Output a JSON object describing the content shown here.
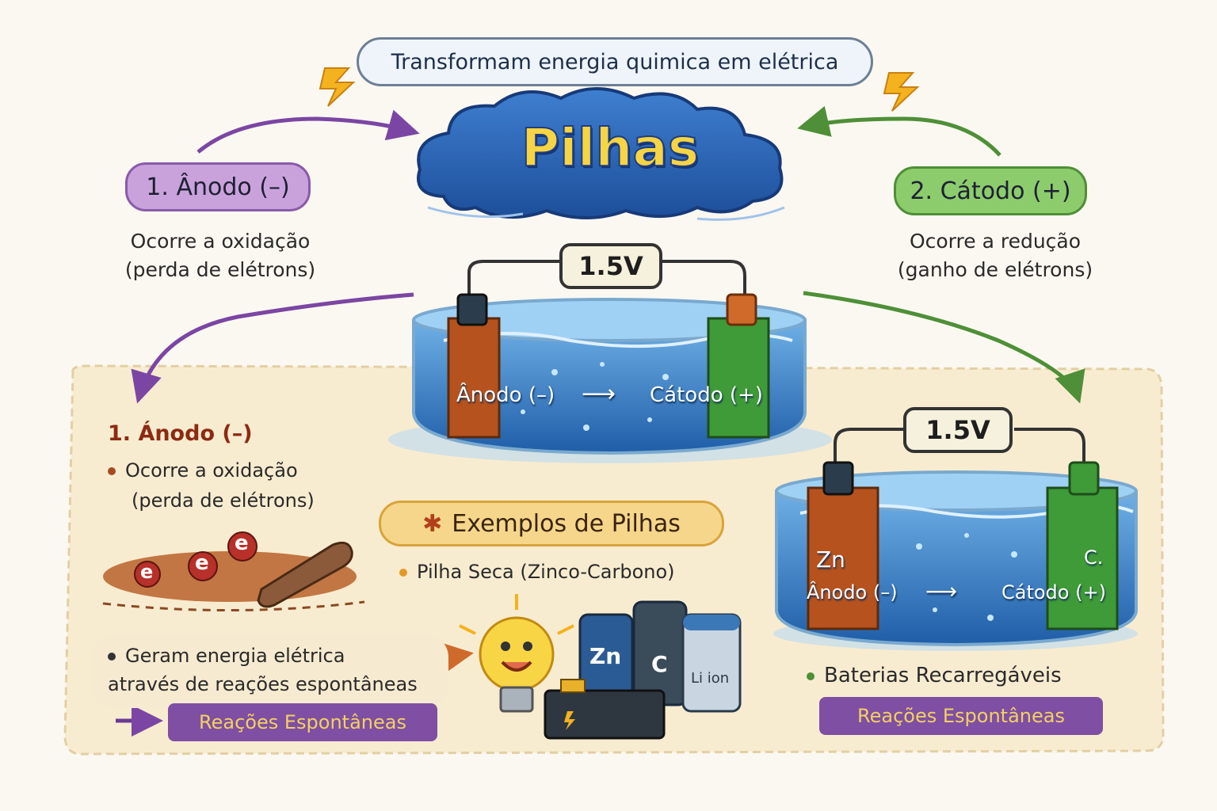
{
  "header": {
    "subtitle": "Transformam energia quimica em elétrica"
  },
  "title": "Pilhas",
  "anode_pill": {
    "label": "1. Ânodo (–)"
  },
  "anode_desc": {
    "line1": "Ocorre a oxidação",
    "line2": "(perda de elétrons)"
  },
  "cathode_pill": {
    "label": "2. Cátodo (+)"
  },
  "cathode_desc": {
    "line1": "Ocorre a redução",
    "line2": "(ganho de elétrons)"
  },
  "cell_top": {
    "voltage": "1.5V",
    "anode_label": "Ânodo (–)",
    "arrow": "⟶",
    "cathode_label": "Cátodo (+)"
  },
  "cell_bottom": {
    "voltage": "1.5V",
    "anode_symbol": "Zn",
    "cathode_symbol": "C.",
    "anode_label": "Ânodo (–)",
    "arrow": "⟶",
    "cathode_label": "Cátodo (+)"
  },
  "panel": {
    "anode_title": "1. Ánodo (–)",
    "anode_line1": "Ocorre a oxidação",
    "anode_line2": "(perda de elétrons)",
    "electron_symbol": "e",
    "geram_line1": "Geram energia elétrica",
    "geram_line2": "através de reações espontâneas",
    "banner_left": "Reações Espontâneas",
    "examples_star": "✱",
    "examples_title": "Exemplos de Pilhas",
    "example_1": "Pilha Seca (Zinco-Carbono)",
    "battery_labels": [
      "Zn",
      "C",
      "Li ion"
    ],
    "example_2": "Baterias Recarregáveis",
    "banner_right": "Reações Espontâneas"
  },
  "colors": {
    "anode_purple": "#8a5aa8",
    "cathode_green": "#4e8f37",
    "title_yellow": "#f7d443",
    "cloud_blue": "#2e63b5",
    "panel_beige": "#f8ecd0"
  },
  "icons": [
    "lightning-icon",
    "cloud-icon",
    "lightbulb-icon",
    "battery-icon",
    "electron-icon",
    "arrow-icon"
  ]
}
